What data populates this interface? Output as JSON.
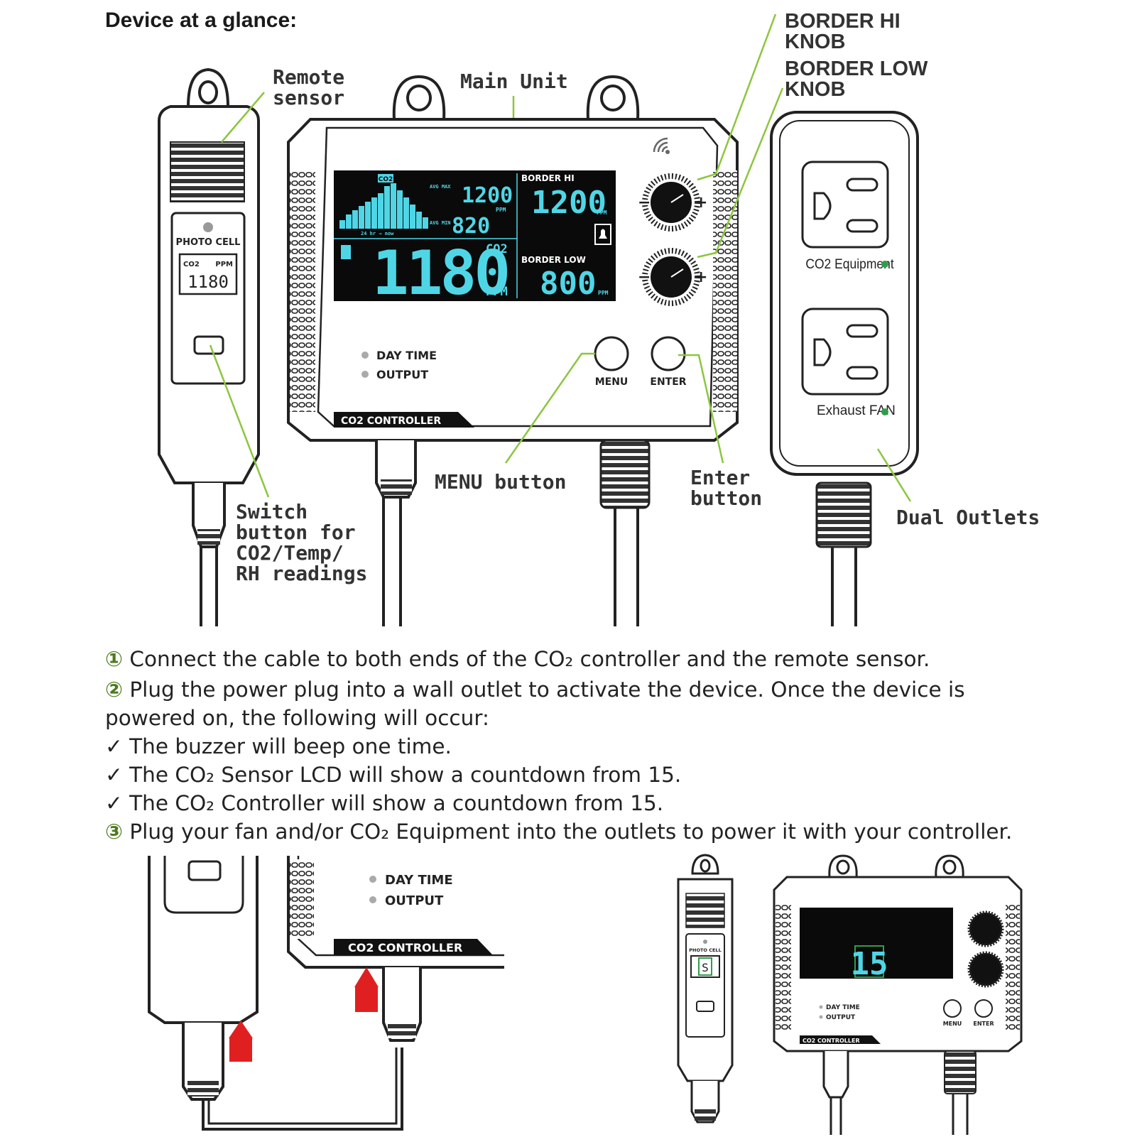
{
  "title": "Device at a glance:",
  "callouts": {
    "border_hi_knob": "BORDER HI\nKNOB",
    "border_low_knob": "BORDER LOW\nKNOB",
    "remote_sensor": "Remote\nsensor",
    "main_unit": "Main Unit",
    "menu_button": "MENU button",
    "enter_button": "Enter\nbutton",
    "dual_outlets": "Dual Outlets",
    "switch_button": "Switch\nbutton for\nCO2/Temp/\nRH readings"
  },
  "lcd": {
    "co2_tag": "CO2",
    "avg_max_label": "AVG MAX",
    "avg_max_value": "1200",
    "avg_min_label": "AVG MIN",
    "avg_min_value": "820",
    "ppm": "PPM",
    "hours_axis": "24  hr → now",
    "border_hi_label": "BORDER HI",
    "border_hi_value": "1200",
    "border_low_label": "BORDER LOW",
    "border_low_value": "800",
    "reading_value": "1180",
    "reading_co2": "CO2",
    "reading_ppm": "PPM"
  },
  "main_unit": {
    "day_time": "DAY TIME",
    "output": "OUTPUT",
    "menu": "MENU",
    "enter": "ENTER",
    "brand_strip": "CO2 CONTROLLER"
  },
  "remote_sensor": {
    "photo_cell": "PHOTO CELL",
    "co2": "CO2",
    "ppm": "PPM",
    "value": "1180"
  },
  "outlets": {
    "top_label": "CO2 Equipment",
    "bottom_label": "Exhaust FAN"
  },
  "instructions": [
    {
      "marker": "①",
      "text": "Connect the cable to both ends of the CO₂ controller and the remote sensor."
    },
    {
      "marker": "②",
      "text": "Plug the power plug into a wall outlet to activate the device. Once the device is"
    },
    {
      "marker": "",
      "text": "powered on, the following will occur:"
    },
    {
      "marker": "✓",
      "text": "The buzzer will beep one time."
    },
    {
      "marker": "✓",
      "text": "The CO₂ Sensor LCD will show a countdown from 15."
    },
    {
      "marker": "✓",
      "text": "The CO₂ Controller will show a countdown from 15."
    },
    {
      "marker": "③",
      "text": "Plug your fan and/or CO₂ Equipment into the outlets to power it with your controller."
    }
  ],
  "bottom_detail": {
    "day_time": "DAY TIME",
    "output": "OUTPUT",
    "brand_strip": "CO2 CONTROLLER"
  },
  "bottom_small": {
    "countdown": "15",
    "sensor_countdown": "S",
    "photo_cell": "PHOTO CELL",
    "day_time": "DAY TIME",
    "output": "OUTPUT",
    "menu": "MENU",
    "enter": "ENTER",
    "brand_strip": "CO2 CONTROLLER"
  },
  "colors": {
    "leader_line": "#8cc63f",
    "lcd_bg": "#0a0a0a",
    "lcd_digits": "#4fd6e6",
    "arrow": "#e02020",
    "led": "#2e9e4a",
    "step_number": "#4b7a1e"
  }
}
